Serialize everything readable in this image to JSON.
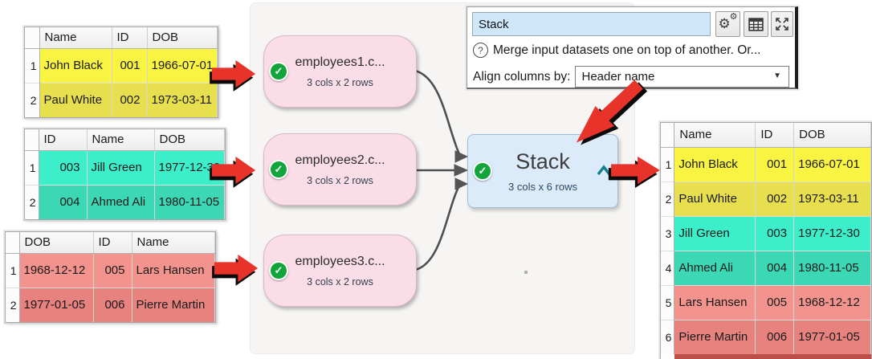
{
  "panel": {
    "node_name_value": "Stack",
    "description": "Merge input datasets one on top of another. Or...",
    "align_label": "Align columns by:",
    "align_value": "Header name"
  },
  "icons": {
    "check_glyph": "✓",
    "help_glyph": "?",
    "dropdown_glyph": "▼",
    "gear_glyph": "⚙",
    "icon_names": [
      "gear-icon",
      "table-icon",
      "expand-icon",
      "help-icon",
      "dropdown-icon",
      "check-icon",
      "output-caret-icon"
    ]
  },
  "nodes": [
    {
      "title": "employees1.c...",
      "subtitle": "3 cols x 2 rows"
    },
    {
      "title": "employees2.c...",
      "subtitle": "3 cols x 2 rows"
    },
    {
      "title": "employees3.c...",
      "subtitle": "3 cols x 2 rows"
    }
  ],
  "stack_node": {
    "title": "Stack",
    "subtitle": "3 cols x 6 rows"
  },
  "tables": {
    "input1": {
      "headers": [
        "Name",
        "ID",
        "DOB"
      ],
      "row_numbers": [
        "1",
        "2"
      ],
      "rows": [
        [
          "John Black",
          "001",
          "1966-07-01"
        ],
        [
          "Paul White",
          "002",
          "1973-03-11"
        ]
      ]
    },
    "input2": {
      "headers": [
        "ID",
        "Name",
        "DOB"
      ],
      "row_numbers": [
        "1",
        "2"
      ],
      "rows": [
        [
          "003",
          "Jill Green",
          "1977-12-30"
        ],
        [
          "004",
          "Ahmed Ali",
          "1980-11-05"
        ]
      ]
    },
    "input3": {
      "headers": [
        "DOB",
        "ID",
        "Name"
      ],
      "row_numbers": [
        "1",
        "2"
      ],
      "rows": [
        [
          "1968-12-12",
          "005",
          "Lars Hansen"
        ],
        [
          "1977-01-05",
          "006",
          "Pierre Martin"
        ]
      ]
    },
    "output": {
      "headers": [
        "Name",
        "ID",
        "DOB"
      ],
      "row_numbers": [
        "1",
        "2",
        "3",
        "4",
        "5",
        "6"
      ],
      "rows": [
        [
          "John Black",
          "001",
          "1966-07-01"
        ],
        [
          "Paul White",
          "002",
          "1973-03-11"
        ],
        [
          "Jill Green",
          "003",
          "1977-12-30"
        ],
        [
          "Ahmed Ali",
          "004",
          "1980-11-05"
        ],
        [
          "Lars Hansen",
          "005",
          "1968-12-12"
        ],
        [
          "Pierre Martin",
          "006",
          "1977-01-05"
        ]
      ]
    }
  },
  "colors": {
    "accent_red": "#e8332a",
    "check_green": "#12a53c",
    "node_pink": "#fadde7",
    "node_blue": "#dcebfa",
    "input_blue": "#cfe7fb",
    "yellow_row": "#f9f342",
    "yellow_row_alt": "#e7df4e",
    "teal_row": "#3deecb",
    "teal_row_alt": "#3cd8b5",
    "salmon_row": "#f2938d",
    "salmon_row_alt": "#e8827f",
    "caret_teal": "#0f7f8f"
  }
}
